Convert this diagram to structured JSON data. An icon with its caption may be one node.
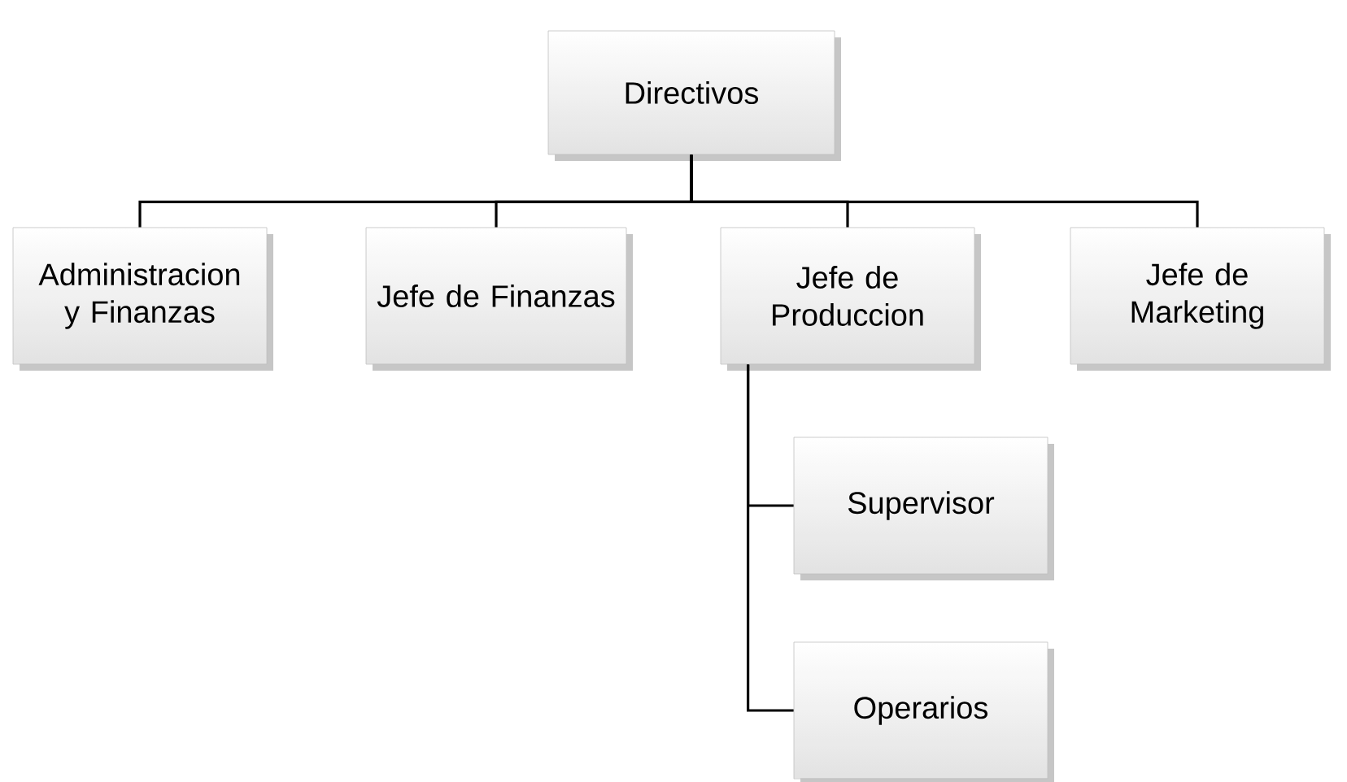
{
  "diagram": {
    "nodes": [
      {
        "text": [
          "Directivos"
        ]
      },
      {
        "text": [
          "Administracion y Finanzas"
        ]
      },
      {
        "text": [
          "Jefe de Finanzas"
        ]
      },
      {
        "text": [
          "Jefe de Produccion"
        ]
      },
      {
        "text": [
          "Jefe de Marketing"
        ]
      },
      {
        "text": [
          "Supervisor"
        ]
      },
      {
        "text": [
          "Operarios"
        ]
      }
    ],
    "edges": [
      {
        "from": 0,
        "to": 1,
        "arrow": "none"
      },
      {
        "from": 0,
        "to": 2,
        "arrow": "none"
      },
      {
        "from": 0,
        "to": 3,
        "arrow": "none"
      },
      {
        "from": 0,
        "to": 4,
        "arrow": "none"
      },
      {
        "from": 3,
        "to": 5,
        "arrow": "none"
      },
      {
        "from": 3,
        "to": 6,
        "arrow": "none"
      }
    ]
  }
}
